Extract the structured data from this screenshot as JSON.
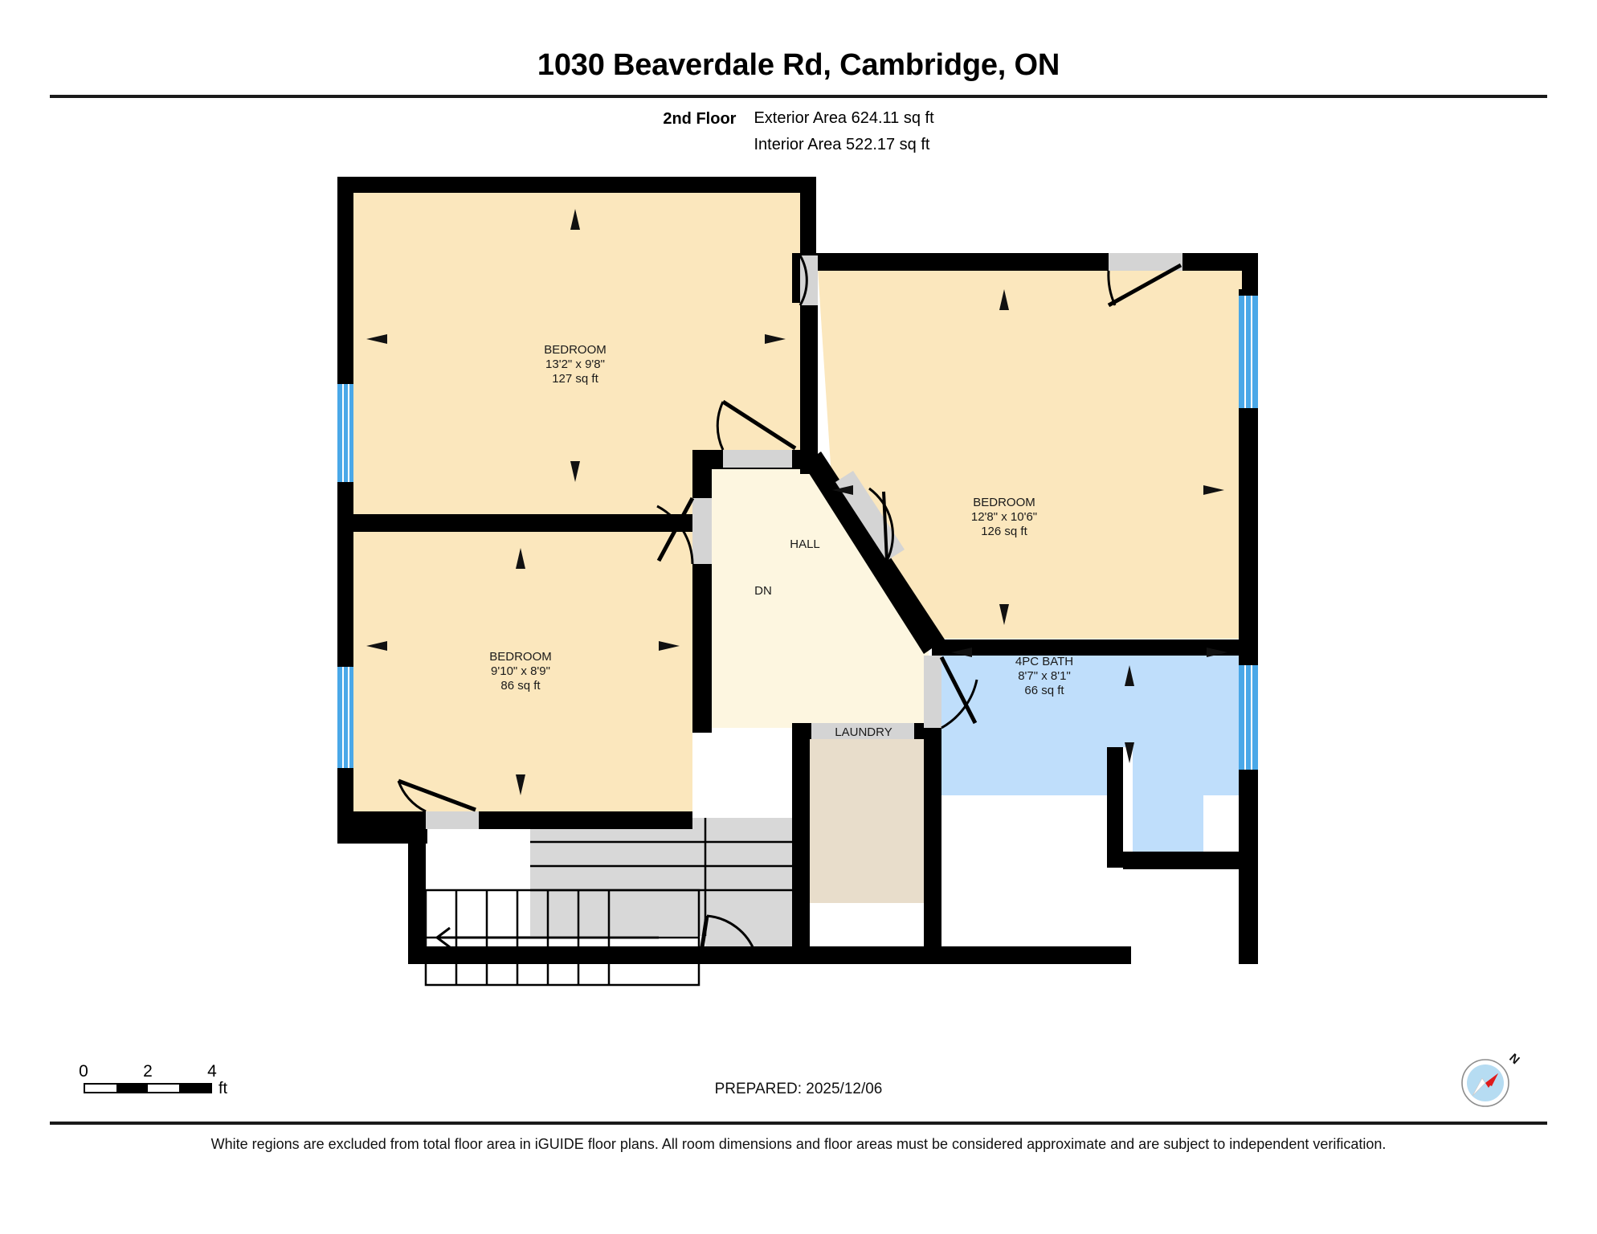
{
  "header": {
    "title": "1030 Beaverdale Rd, Cambridge, ON",
    "floor_label": "2nd Floor",
    "exterior_area": "Exterior Area 624.11 sq ft",
    "interior_area": "Interior Area 522.17 sq ft"
  },
  "rooms": [
    {
      "id": "bedroom-1",
      "name": "BEDROOM",
      "dimensions": "13'2\" x 9'8\"",
      "area": "127 sq ft",
      "fill": "#fbe7bd"
    },
    {
      "id": "bedroom-2",
      "name": "BEDROOM",
      "dimensions": "12'8\" x 10'6\"",
      "area": "126 sq ft",
      "fill": "#fbe7bd"
    },
    {
      "id": "bedroom-3",
      "name": "BEDROOM",
      "dimensions": "9'10\" x 8'9\"",
      "area": "86 sq ft",
      "fill": "#fbe7bd"
    },
    {
      "id": "bath",
      "name": "4PC BATH",
      "dimensions": "8'7\" x 8'1\"",
      "area": "66 sq ft",
      "fill": "#bfdefb"
    }
  ],
  "plain_rooms": [
    {
      "id": "hall",
      "name": "HALL",
      "fill": "#fdf6e0"
    },
    {
      "id": "laundry",
      "name": "LAUNDRY",
      "fill": "#e8ddcb"
    }
  ],
  "annotations": {
    "stairs_direction": "DN"
  },
  "scale": {
    "ticks": [
      "0",
      "2",
      "4"
    ],
    "unit": "ft"
  },
  "footer": {
    "prepared": "PREPARED: 2025/12/06",
    "disclaimer": "White regions are excluded from total floor area in iGUIDE floor plans. All room dimensions and floor areas must be considered approximate and are subject to independent verification.",
    "compass_north": "N"
  },
  "colors": {
    "wall": "#000000",
    "bedroom_fill": "#fbe7bd",
    "bath_fill": "#bfdefb",
    "hall_fill": "#fdf6e0",
    "laundry_fill": "#e8ddcb",
    "stairs_fill": "#d8d8d8",
    "window": "#4aa8e8",
    "door_opening": "#d4d4d4",
    "compass_needle": "#e01b1b",
    "compass_dial": "#b6dcf2"
  }
}
